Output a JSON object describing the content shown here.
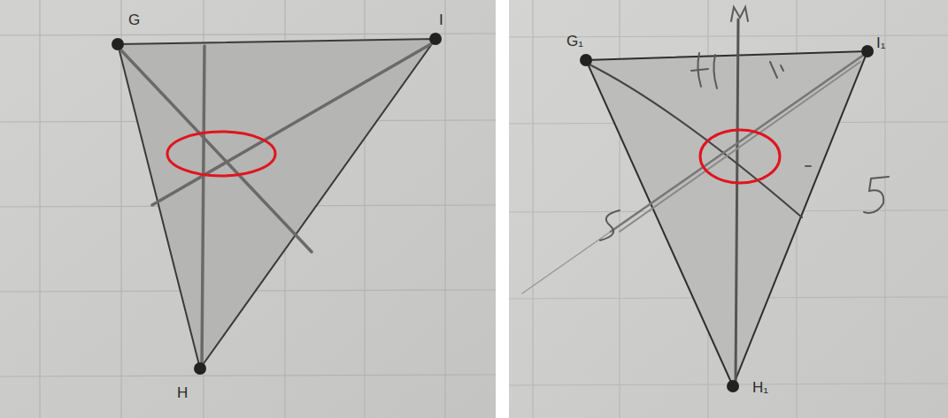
{
  "diagram": {
    "labels": [
      "G",
      "I",
      "H",
      "G₁",
      "I₁",
      "H₁"
    ]
  }
}
